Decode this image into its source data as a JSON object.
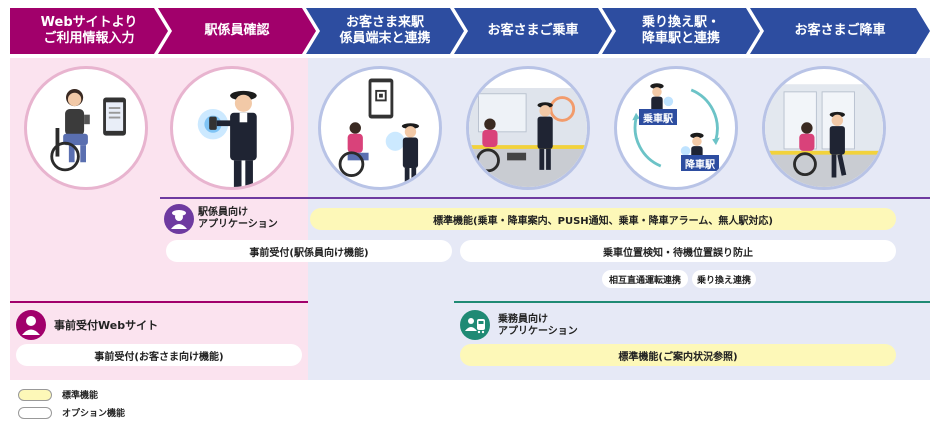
{
  "steps": [
    {
      "label": "Webサイトより\nご利用情報入力",
      "color": "#a1006b"
    },
    {
      "label": "駅係員確認",
      "color": "#a1006b"
    },
    {
      "label": "お客さま来駅\n係員端末と連携",
      "color": "#2d4da0"
    },
    {
      "label": "お客さまご乗車",
      "color": "#2d4da0"
    },
    {
      "label": "乗り換え駅・\n降車駅と連携",
      "color": "#2d4da0"
    },
    {
      "label": "お客さまご降車",
      "color": "#2d4da0"
    }
  ],
  "illustration": {
    "boarding_station": "乗車駅",
    "alighting_station": "降車駅"
  },
  "station_staff_app": {
    "label": "駅係員向け\nアプリケーション",
    "standard": "標準機能(乗車・降車案内、PUSH通知、乗車・降車アラーム、無人駅対応)",
    "option_advance": "事前受付(駅係員向け機能)",
    "option_position": "乗車位置検知・待機位置誤り防止",
    "option_through": "相互直通運転連携",
    "option_transfer": "乗り換え連携"
  },
  "website": {
    "label": "事前受付Webサイト",
    "option": "事前受付(お客さま向け機能)"
  },
  "crew_app": {
    "label": "乗務員向け\nアプリケーション",
    "standard": "標準機能(ご案内状況参照)"
  },
  "legend": {
    "standard": "標準機能",
    "option": "オプション機能"
  },
  "colors": {
    "magenta": "#a1006b",
    "navy": "#2d4da0",
    "purple": "#6e3aa0",
    "teal": "#1f8a74",
    "yellow_pill": "#fdf8b8",
    "pink_bg": "#fbe3ef",
    "blue_bg": "#e6e9f6"
  }
}
